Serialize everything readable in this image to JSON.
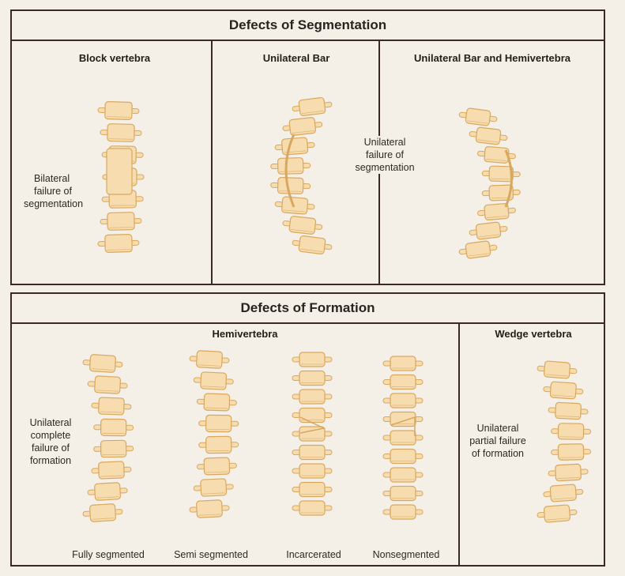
{
  "segmentation": {
    "title": "Defects of Segmentation",
    "panels": [
      {
        "heading": "Block vertebra",
        "annotation": [
          "Bilateral",
          "failure of",
          "segmentation"
        ]
      },
      {
        "heading": "Unilateral Bar",
        "annotation": [
          "Unilateral",
          "failure of",
          "segmentation"
        ]
      },
      {
        "heading": "Unilateral Bar and Hemivertebra"
      }
    ]
  },
  "formation": {
    "title": "Defects of Formation",
    "hemivertebra": {
      "heading": "Hemivertebra",
      "annotation": [
        "Unilateral",
        "complete",
        "failure of",
        "formation"
      ],
      "captions": [
        "Fully segmented",
        "Semi segmented",
        "Incarcerated",
        "Nonsegmented"
      ]
    },
    "wedge": {
      "heading": "Wedge vertebra",
      "annotation": [
        "Unilateral",
        "partial failure",
        "of formation"
      ]
    }
  },
  "colors": {
    "border": "#3a2a22",
    "bone_fill": "#f6dcae",
    "bone_stroke": "#d9a85f",
    "background": "#f4efe7"
  }
}
